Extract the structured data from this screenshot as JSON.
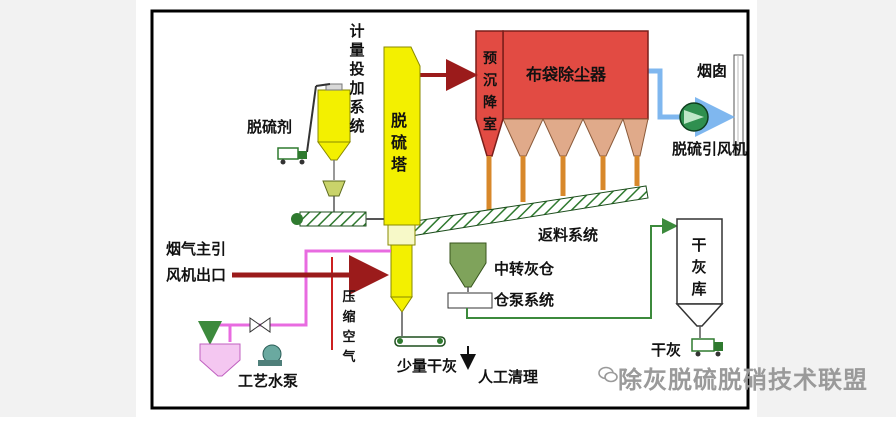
{
  "colors": {
    "tower": "#f3f000",
    "bag": "#e24b43",
    "flue_arrow": "#9b1b1b",
    "pipe": "#d8882b",
    "pink": "#e86be0",
    "green_line": "#3c8a3c",
    "blue_arrow": "#7fb7ef",
    "fan": "#2f8f4f",
    "hopper_green": "#7fa35b",
    "border": "#000000"
  },
  "labels": {
    "desulfurizer": "脱硫剂",
    "metering": "计量投加系统",
    "tower": "脱硫塔",
    "presettle": "预沉降室",
    "bag_filter": "布袋除尘器",
    "chimney": "烟囱",
    "fan": "脱硫引风机",
    "return": "返料系统",
    "flue_inlet_1": "烟气主引",
    "flue_inlet_2": "风机出口",
    "compressed_air": "压缩空气",
    "mid_ash": "中转灰仓",
    "pump_sys": "仓泵系统",
    "dry_ash_silo": "干灰库",
    "dry_ash": "干灰",
    "little_ash": "少量干灰",
    "manual": "人工清理",
    "water_pump": "工艺水泵"
  },
  "watermark": "除灰脱硫脱硝技术联盟",
  "icons": {
    "fan": "fan-icon",
    "truck": "truck-icon",
    "valve": "valve-icon",
    "pump": "pump-icon",
    "watermark": "wechat-icon"
  }
}
